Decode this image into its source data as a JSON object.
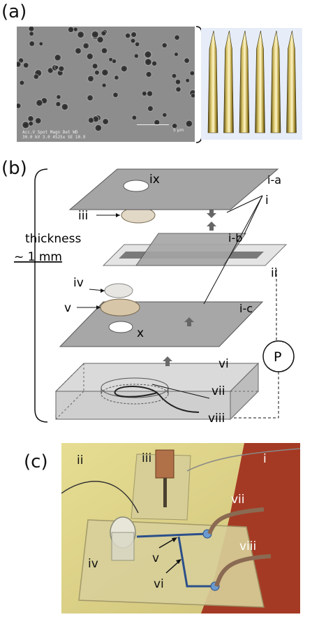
{
  "panel_a": {
    "label": "(a)",
    "sem_info_line1": "Acc.V  Spot Magn   Det  WD",
    "sem_info_line2": "30.0 kV 3.0  4525x   SE  10.9",
    "sem_scale": "5 μm"
  },
  "panel_b": {
    "label": "(b)",
    "thickness_line1": "thickness",
    "thickness_line2": "~ 1 mm",
    "labels": {
      "i": "i",
      "ia": "i-a",
      "ib": "i-b",
      "ic": "i-c",
      "ii": "ii",
      "iii": "iii",
      "iv": "iv",
      "v": "v",
      "vi": "vi",
      "vii": "vii",
      "viii": "viii",
      "ix": "ix",
      "x": "x",
      "p": "P"
    }
  },
  "panel_c": {
    "label": "(c)",
    "labels": {
      "i": "i",
      "ii": "ii",
      "iii": "iii",
      "iv": "iv",
      "v": "v",
      "vi": "vi",
      "vii": "vii",
      "viii": "viii"
    }
  }
}
